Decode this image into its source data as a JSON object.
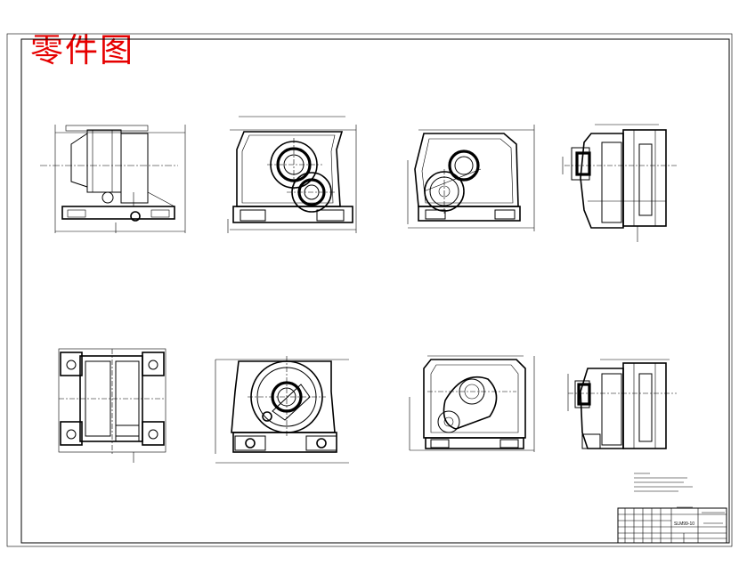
{
  "stamp": {
    "text": "零件图",
    "color": "#e60000"
  },
  "title_block": {
    "drawing_no": "SLM99-10"
  },
  "views": [
    "side-view-top-left",
    "front-view-two-bores",
    "rear-view-two-bores",
    "section-view-right-top",
    "top-view-bottom-left",
    "front-view-single-bore",
    "front-view-cam-housing",
    "section-view-right-bottom"
  ]
}
